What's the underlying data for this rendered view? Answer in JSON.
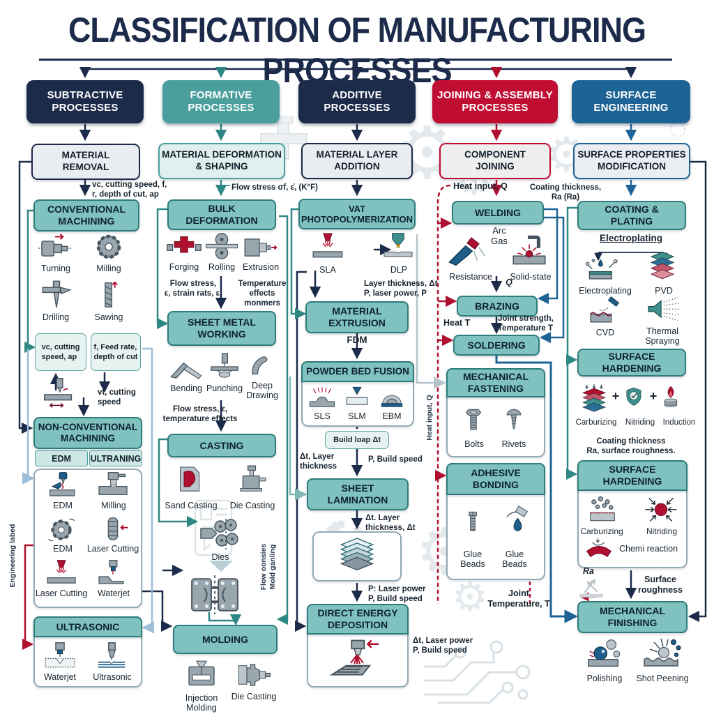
{
  "title": "CLASSIFICATION OF MANUFACTURING PROCESSES",
  "colors": {
    "navy": "#1c2b4a",
    "teal": "#4a9f9d",
    "red": "#c00d32",
    "blue": "#1d6396",
    "box_teal": "#7fc2c0",
    "crimson": "#b01030"
  },
  "c1": {
    "header": "SUBTRACTIVE\nPROCESSES",
    "l2": "MATERIAL\nREMOVAL",
    "ann1": "vc, cutting speed, f,\nr, depth of cut, ap",
    "conv": "CONVENTIONAL\nMACHINING",
    "i1": "Turning",
    "i2": "Milling",
    "i3": "Drilling",
    "i4": "Sawing",
    "p1": "vc, cutting\nspeed, ap",
    "p2": "f, Feed rate,\ndepth of cut",
    "vt": "vt, cutting\nspeed",
    "nonconv": "NON-CONVENTIONAL\nMACHINING",
    "tab1": "EDM",
    "tab2": "ULTRANING",
    "n1": "EDM",
    "n2": "Milling",
    "n3": "EDM",
    "n4": "Laser Cutting",
    "n5": "Laser Cutting",
    "n6": "Waterjet",
    "ultra": "ULTRASONIC",
    "u1": "Waterjet",
    "u2": "Ultrasonic",
    "side": "Engineering labed"
  },
  "c2": {
    "header": "FORMATIVE\nPROCESSES",
    "l2": "MATERIAL DEFORMATION\n& SHAPING",
    "ann1": "Flow stress σf, ε̇, (K°F)",
    "bulk": "BULK\nDEFORMATION",
    "i1": "Forging",
    "i2": "Rolling",
    "i3": "Extrusion",
    "ann2": "Flow stress,\nε, strain rats, ε,",
    "ann3": "Temperature effects\nmonmers",
    "sheet": "SHEET METAL\nWORKING",
    "i4": "Bending",
    "i5": "Punching",
    "i6": "Deep\nDrawing",
    "ann4": "Flow stress, ε,\ntemperature effects",
    "casting": "CASTING",
    "i7": "Sand Casting",
    "i8": "Die Casting",
    "dies": "Dies",
    "side": "Flow oonsies\nMold ganling",
    "molding": "MOLDING",
    "i9": "Injection\nMolding",
    "i10": "Die Casting"
  },
  "c3": {
    "header": "ADDITIVE\nPROCESSES",
    "l2": "MATERIAL LAYER\nADDITION",
    "vat": "VAT\nPHOTOPOLYMERIZATION",
    "i1": "SLA",
    "i2": "DLP",
    "ann1": "Layer thickness, Δt\nP, laser power, P",
    "extrusion": "MATERIAL\nEXTRUSION",
    "fdm": "FDM",
    "pbf": "POWDER BED FUSION",
    "i3": "SLS",
    "i4": "SLM",
    "i5": "EBM",
    "build": "Build loap Δt",
    "ann2": "Δt, Layer\nthickness",
    "ann3": "P, Build speed",
    "lam": "SHEET\nLAMINATION",
    "ann4": "Δt. Layer\nthickness, Δt",
    "ann5": "P: Laser power\nP, Build speed",
    "ded": "DIRECT ENERGY\nDEPOSITION",
    "ann6": "Δt, Laser power\nP, Build speed"
  },
  "c4": {
    "header": "JOINING & ASSEMBLY\nPROCESSES",
    "l2": "COMPONENT\nJOINING",
    "ann1": "Heat input, Q",
    "welding": "WELDING",
    "arc": "Arc\nGas",
    "i1": "Resistance",
    "i2": "Solid-state",
    "q": "Q",
    "brazing": "BRAZING",
    "heat": "Heat T",
    "joint": "Joint strength,\nTemperature T",
    "soldering": "SOLDERING",
    "fastening": "MECHANICAL\nFASTENING",
    "i3": "Bolts",
    "i4": "Rivets",
    "side": "Heat input, Q",
    "adhesive": "ADHESIVE\nBONDING",
    "i5": "Glue\nBeads",
    "i6": "Glue Beads",
    "ann2": "Joint\nTemperature, T"
  },
  "c5": {
    "header": "SURFACE\nENGINEERING",
    "l2": "SURFACE PROPERTIES\nMODIFICATION",
    "ann1": "Coating thickness,\nRa (Ra)",
    "coating": "COATING &\nPLATING",
    "electro": "Electroplating",
    "i1": "Electroplating",
    "i2": "PVD",
    "i3": "CVD",
    "i4": "Thermal\nSpraying",
    "hard1": "SURFACE\nHARDENING",
    "i5": "Carburizing",
    "plus": "+",
    "i6": "Nitriding",
    "i7": "Induction",
    "ann2": "Coating thickness\nRa, surface roughness.",
    "hard2": "SURFACE\nHARDENING",
    "i8": "Carburizing",
    "i9": "Nitriding",
    "i10": "Chemi reaction",
    "ra": "Ra",
    "ann3": "Surface\nroughness",
    "finishing": "MECHANICAL\nFINISHING",
    "i11": "Polishing",
    "i12": "Shot Peening"
  }
}
